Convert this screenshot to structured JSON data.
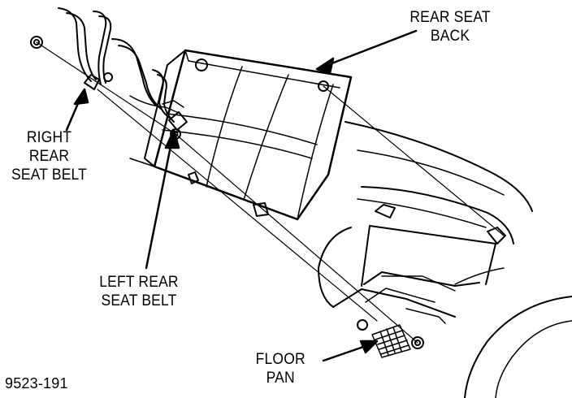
{
  "labels": {
    "rear_seat_back": [
      "REAR SEAT",
      "BACK"
    ],
    "right_rear_seat_belt": [
      "RIGHT",
      "REAR",
      "SEAT BELT"
    ],
    "left_rear_seat_belt": [
      "LEFT REAR",
      "SEAT BELT"
    ],
    "floor_pan": [
      "FLOOR",
      "PAN"
    ],
    "figure_id": "9523-191"
  },
  "colors": {
    "ink": "#000000",
    "paper": "#ffffff"
  }
}
